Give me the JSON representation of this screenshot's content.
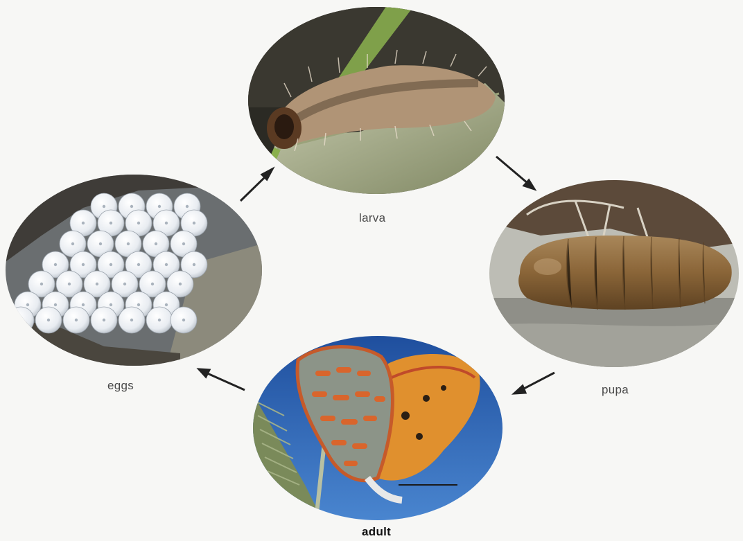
{
  "labels": {
    "larva": "larva",
    "pupa": "pupa",
    "adult": "adult",
    "eggs": "eggs"
  },
  "colors": {
    "background": "#f7f7f5",
    "arrow": "#222222",
    "egg": "#eef1f4",
    "larva": "#a68a6a",
    "pupa": "#8d6a40",
    "sky": "#2c5fb0",
    "wing_orange": "#e07a2e",
    "wing_gray": "#8a8f86"
  }
}
